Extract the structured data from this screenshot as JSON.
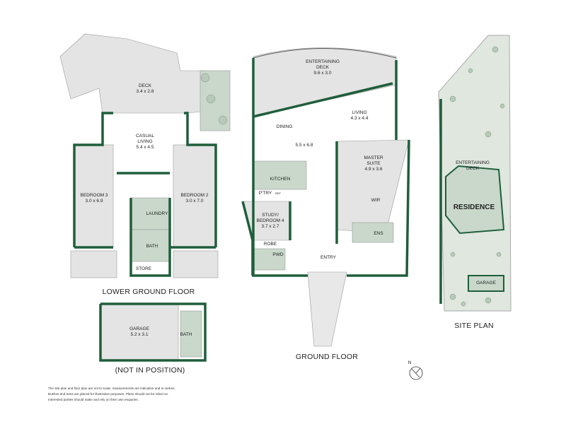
{
  "lower_ground": {
    "title": "LOWER GROUND FLOOR",
    "rooms": {
      "deck": [
        "DECK",
        "3.4 x 2.8"
      ],
      "casual": [
        "CASUAL",
        "LIVING",
        "5.4 x 4.5"
      ],
      "bed3": [
        "BEDROOM 3",
        "3.0 x 6.9"
      ],
      "bed2": [
        "BEDROOM 2",
        "3.0 x 7.0"
      ],
      "laundry": "LAUNDRY",
      "bath": "BATH",
      "store": "STORE"
    }
  },
  "garage": {
    "name": "GARAGE",
    "size": "5.2 x 3.1",
    "bath": "BATH",
    "caption": "(NOT IN POSITION)"
  },
  "ground": {
    "title": "GROUND FLOOR",
    "rooms": {
      "deck": [
        "ENTERTAINING",
        "DECK",
        "9.6 x 3.0"
      ],
      "living": [
        "LIVING",
        "4.3 x 4.4"
      ],
      "dining": "DINING",
      "dining_size": "5.5 x 6.8",
      "kitchen": "KITCHEN",
      "pantry": "P'TRY",
      "ref": "REF",
      "master": [
        "MASTER",
        "SUITE",
        "4.9 x 3.6"
      ],
      "wir": "WIR",
      "study": [
        "STUDY/",
        "BEDROOM 4",
        "3.7 x 2.7"
      ],
      "ens": "ENS",
      "robe": "ROBE",
      "pwd": "PWD",
      "entry": "ENTRY"
    }
  },
  "site": {
    "title": "SITE PLAN",
    "deck": [
      "ENTERTAINING",
      "DECK"
    ],
    "residence": "RESIDENCE",
    "garage": "GARAGE"
  },
  "north": "N",
  "disclaimer": [
    "The site plan and floor plan are not to scale, measurements are indicative and in metres.",
    "Bushes and trees are placed for illustration purposes. Plans should not be relied on.",
    "Interested parties should make and rely on their own enquiries."
  ],
  "colors": {
    "wall": "#1f5e3b",
    "room": "#e4e4e4",
    "wet": "#c9d8cb",
    "site": "#dfe7df"
  }
}
